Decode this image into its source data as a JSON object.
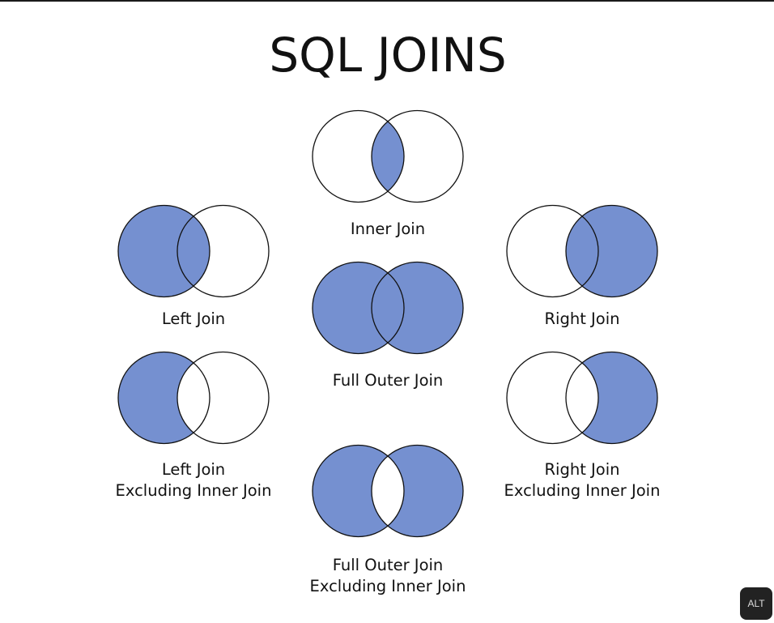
{
  "title": "SQL JOINS",
  "fill_color": "#7590d0",
  "stroke_color": "#111111",
  "diagrams": [
    {
      "id": "inner-join",
      "label": [
        "Inner Join"
      ],
      "fill": "intersection"
    },
    {
      "id": "left-join",
      "label": [
        "Left Join"
      ],
      "fill": "left"
    },
    {
      "id": "right-join",
      "label": [
        "Right Join"
      ],
      "fill": "right"
    },
    {
      "id": "full-outer-join",
      "label": [
        "Full Outer Join"
      ],
      "fill": "both"
    },
    {
      "id": "left-join-excluding",
      "label": [
        "Left Join",
        "Excluding Inner Join"
      ],
      "fill": "left-only"
    },
    {
      "id": "right-join-excluding",
      "label": [
        "Right Join",
        "Excluding Inner Join"
      ],
      "fill": "right-only"
    },
    {
      "id": "full-outer-join-excluding",
      "label": [
        "Full Outer Join",
        "Excluding Inner Join"
      ],
      "fill": "both-excluding"
    }
  ],
  "alt_button": "ALT"
}
